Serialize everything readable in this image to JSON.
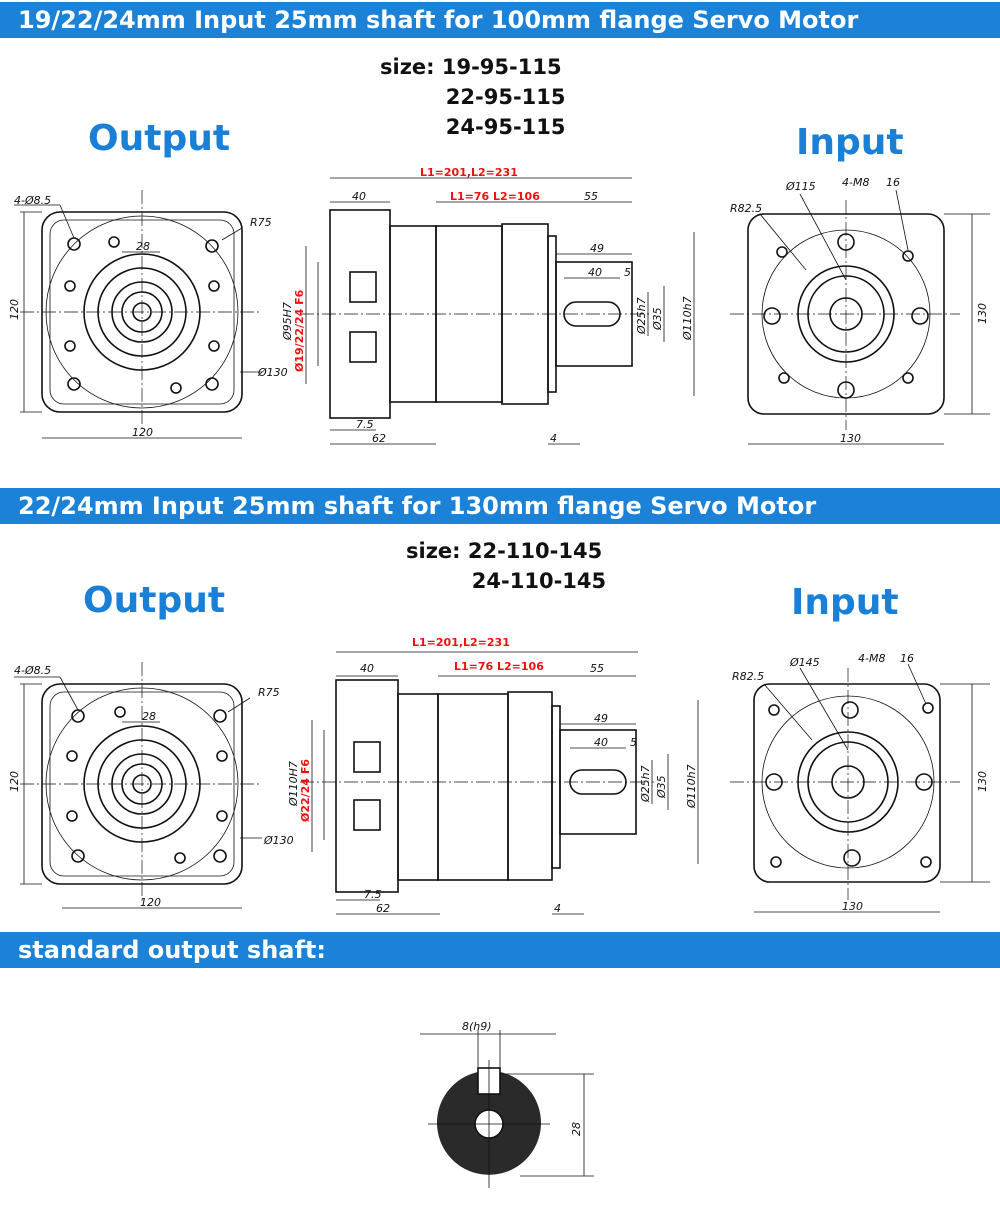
{
  "sections": [
    {
      "header": "19/22/24mm Input 25mm shaft for 100mm flange Servo Motor",
      "output_label": "Output",
      "input_label": "Input",
      "size_text": "size: 19-95-115\n         22-95-115\n         24-95-115",
      "front": {
        "holes": "4-Ø8.5",
        "r": "R75",
        "d28": "28",
        "dia": "Ø130",
        "w": "120",
        "h": "120"
      },
      "side": {
        "L1": "L1=201,L2=231",
        "L2": "L1=76 L2=106",
        "d40": "40",
        "d55": "55",
        "d49": "49",
        "d40b": "40",
        "d5": "5",
        "d75": "7.5",
        "d62": "62",
        "d4": "4",
        "bore": "Ø19/22/24 F6",
        "pilot": "Ø95H7",
        "shaft": "Ø25h7",
        "s35": "Ø35",
        "out": "Ø110h7"
      },
      "input": {
        "bolt": "Ø115",
        "thread": "4-M8",
        "depth": "16",
        "r": "R82.5",
        "w": "130",
        "h": "130"
      }
    },
    {
      "header": "22/24mm Input 25mm shaft for 130mm flange Servo Motor",
      "output_label": "Output",
      "input_label": "Input",
      "size_text": "size: 22-110-145\n         24-110-145",
      "front": {
        "holes": "4-Ø8.5",
        "r": "R75",
        "d28": "28",
        "dia": "Ø130",
        "w": "120",
        "h": "120"
      },
      "side": {
        "L1": "L1=201,L2=231",
        "L2": "L1=76 L2=106",
        "d40": "40",
        "d55": "55",
        "d49": "49",
        "d40b": "40",
        "d5": "5",
        "d75": "7.5",
        "d62": "62",
        "d4": "4",
        "bore": "Ø22/24 F6",
        "pilot": "Ø110H7",
        "shaft": "Ø25h7",
        "s35": "Ø35",
        "out": "Ø110h7"
      },
      "input": {
        "bolt": "Ø145",
        "thread": "4-M8",
        "depth": "16",
        "r": "R82.5",
        "w": "130",
        "h": "130"
      }
    }
  ],
  "shaft_section": {
    "header": "standard output shaft:",
    "key": "8(h9)",
    "height": "28"
  }
}
